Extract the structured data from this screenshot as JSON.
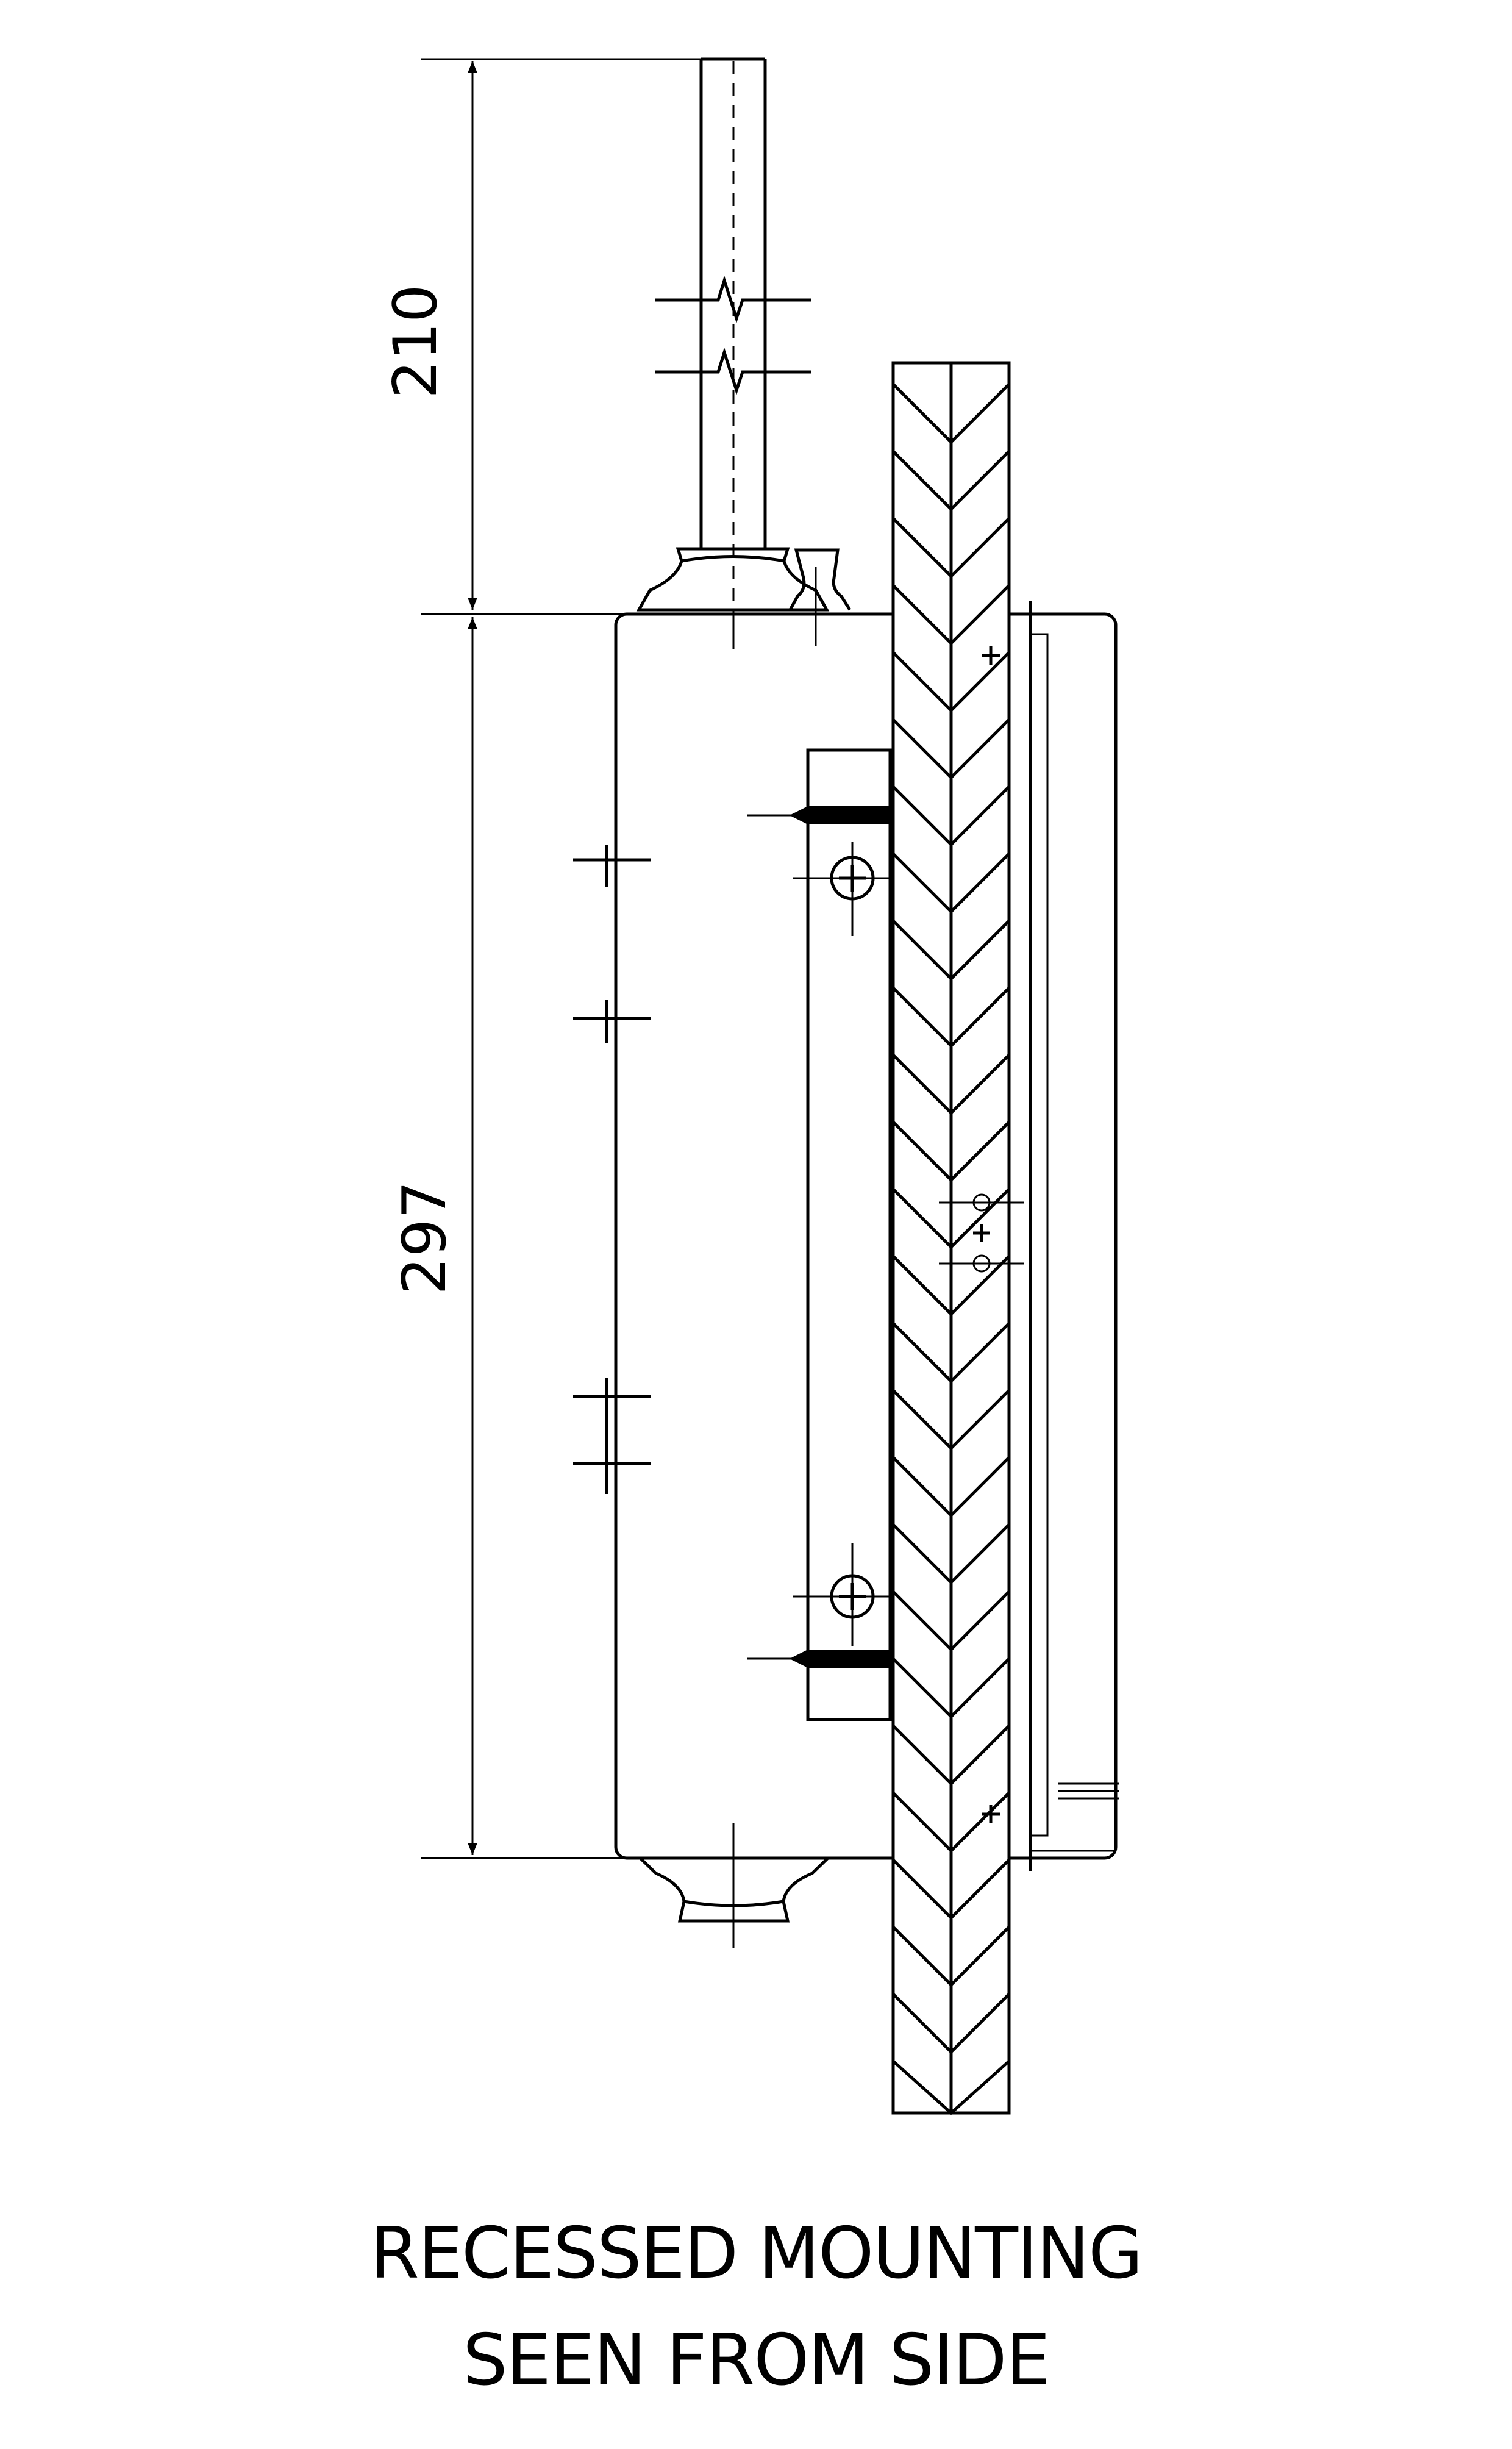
{
  "dimensions": {
    "upper": "210",
    "lower": "297"
  },
  "caption": {
    "line1": "RECESSED MOUNTING",
    "line2": "SEEN FROM SIDE"
  }
}
